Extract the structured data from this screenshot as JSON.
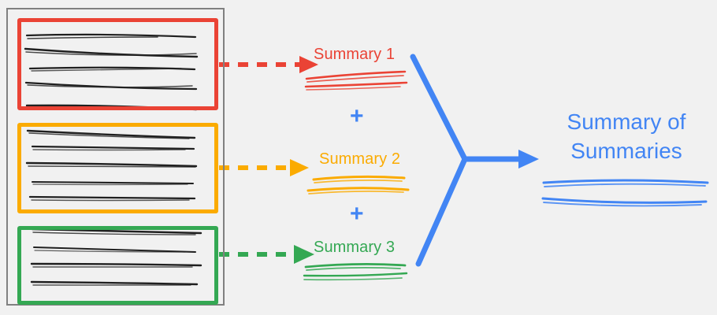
{
  "diagram": {
    "title": "Summary of Summaries",
    "background_color": "#f1f1f1",
    "colors": {
      "red": "#ea4335",
      "orange": "#fbab00",
      "green": "#34a853",
      "blue": "#4285f4",
      "outline_gray": "#808080",
      "text_black": "#202020"
    }
  },
  "source_document": {
    "label": "source-document-stack",
    "chunks": [
      {
        "id": "chunk-1",
        "color": "#ea4335",
        "line_count": 5
      },
      {
        "id": "chunk-2",
        "color": "#fbab00",
        "line_count": 5
      },
      {
        "id": "chunk-3",
        "color": "#34a853",
        "line_count": 4
      }
    ]
  },
  "summaries": [
    {
      "label": "Summary 1",
      "color": "#ea4335",
      "squiggle_lines": 2
    },
    {
      "label": "Summary 2",
      "color": "#fbab00",
      "squiggle_lines": 2
    },
    {
      "label": "Summary 3",
      "color": "#34a853",
      "squiggle_lines": 2
    }
  ],
  "operators": [
    {
      "symbol": "+",
      "color": "#4285f4"
    },
    {
      "symbol": "+",
      "color": "#4285f4"
    }
  ],
  "final_output": {
    "title_line_1": "Summary of",
    "title_line_2": "Summaries",
    "color": "#4285f4",
    "squiggle_lines": 2
  },
  "connectors": {
    "dashed_arrows": [
      {
        "color": "#ea4335",
        "from_chunk": "chunk-1",
        "to_summary": "Summary 1"
      },
      {
        "color": "#fbab00",
        "from_chunk": "chunk-2",
        "to_summary": "Summary 2"
      },
      {
        "color": "#34a853",
        "from_chunk": "chunk-3",
        "to_summary": "Summary 3"
      }
    ],
    "merge_arrow": {
      "color": "#4285f4",
      "branches": 2,
      "to": "Summary of Summaries"
    }
  }
}
